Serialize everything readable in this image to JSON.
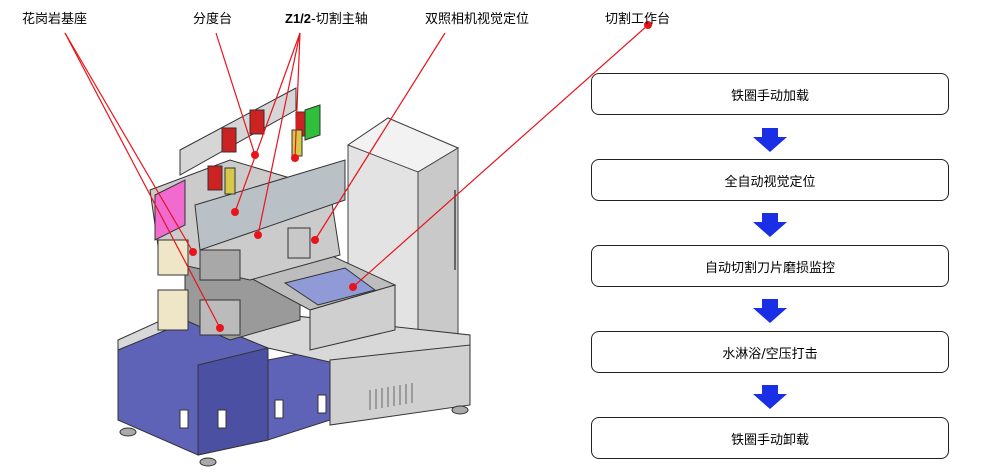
{
  "labels": {
    "granite_base": "花岗岩基座",
    "indexing_table": "分度台",
    "spindle_prefix": "Z1/2",
    "spindle_suffix": "-切割主轴",
    "dual_camera": "双照相机视觉定位",
    "cutting_table": "切割工作台"
  },
  "steps": [
    "铁圈手动加载",
    "全自动视觉定位",
    "自动切割刀片磨损监控",
    "水淋浴/空压打击",
    "铁圈手动卸载"
  ],
  "colors": {
    "pointer_red": "#e8141c",
    "arrow_blue": "#1a2ee6",
    "machine_blue": "#5f63b8",
    "cabinet_gray": "#d9d9d9"
  }
}
